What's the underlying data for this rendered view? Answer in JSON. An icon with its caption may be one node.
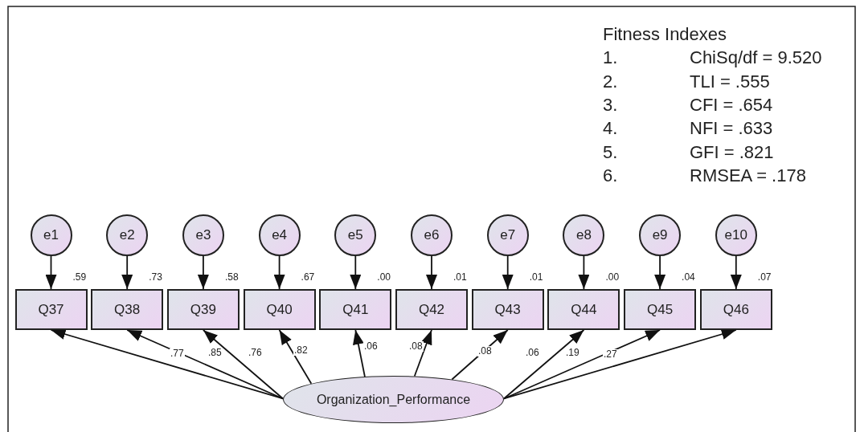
{
  "diagram": {
    "nodes": [
      {
        "text": [
          "e1"
        ]
      },
      {
        "text": [
          "e2"
        ]
      },
      {
        "text": [
          "e3"
        ]
      },
      {
        "text": [
          "e4"
        ]
      },
      {
        "text": [
          "e5"
        ]
      },
      {
        "text": [
          "e6"
        ]
      },
      {
        "text": [
          "e7"
        ]
      },
      {
        "text": [
          "e8"
        ]
      },
      {
        "text": [
          "e9"
        ]
      },
      {
        "text": [
          "e10"
        ]
      },
      {
        "text": [
          "Q37"
        ],
        "beside": [
          ".59"
        ]
      },
      {
        "text": [
          "Q38"
        ],
        "beside": [
          ".73"
        ]
      },
      {
        "text": [
          "Q39"
        ],
        "beside": [
          ".58"
        ]
      },
      {
        "text": [
          "Q40"
        ],
        "beside": [
          ".67"
        ]
      },
      {
        "text": [
          "Q41"
        ],
        "beside": [
          ".00"
        ]
      },
      {
        "text": [
          "Q42"
        ],
        "beside": [
          ".01"
        ]
      },
      {
        "text": [
          "Q43"
        ],
        "beside": [
          ".01"
        ]
      },
      {
        "text": [
          "Q44"
        ],
        "beside": [
          ".00"
        ]
      },
      {
        "text": [
          "Q45"
        ],
        "beside": [
          ".04"
        ]
      },
      {
        "text": [
          "Q46"
        ],
        "beside": [
          ".07"
        ]
      },
      {
        "text": [
          "Organization_Performance"
        ]
      }
    ],
    "edges": [
      {
        "from": 0,
        "to": 10,
        "arrow": "to"
      },
      {
        "from": 1,
        "to": 11,
        "arrow": "to"
      },
      {
        "from": 2,
        "to": 12,
        "arrow": "to"
      },
      {
        "from": 3,
        "to": 13,
        "arrow": "to"
      },
      {
        "from": 4,
        "to": 14,
        "arrow": "to"
      },
      {
        "from": 5,
        "to": 15,
        "arrow": "to"
      },
      {
        "from": 6,
        "to": 16,
        "arrow": "to"
      },
      {
        "from": 7,
        "to": 17,
        "arrow": "to"
      },
      {
        "from": 8,
        "to": 18,
        "arrow": "to"
      },
      {
        "from": 9,
        "to": 19,
        "arrow": "to"
      },
      {
        "from": 20,
        "to": 10,
        "arrow": "to",
        "label": ".77"
      },
      {
        "from": 20,
        "to": 11,
        "arrow": "to",
        "label": ".85"
      },
      {
        "from": 20,
        "to": 12,
        "arrow": "to",
        "label": ".76"
      },
      {
        "from": 20,
        "to": 13,
        "arrow": "to",
        "label": ".82"
      },
      {
        "from": 20,
        "to": 14,
        "arrow": "to",
        "label": ".06"
      },
      {
        "from": 20,
        "to": 15,
        "arrow": "to",
        "label": ".08"
      },
      {
        "from": 20,
        "to": 16,
        "arrow": "to",
        "label": ".08"
      },
      {
        "from": 20,
        "to": 17,
        "arrow": "to",
        "label": ".06"
      },
      {
        "from": 20,
        "to": 18,
        "arrow": "to",
        "label": ".19"
      },
      {
        "from": 20,
        "to": 19,
        "arrow": "to",
        "label": ".27"
      }
    ],
    "labels": [
      "Fitness Indexes",
      "1.",
      "ChiSq/df = 9.520",
      "2.",
      "TLI = .555",
      "3.",
      "CFI = .654",
      "4.",
      "NFI = .633",
      "5.",
      "GFI = .821",
      "6.",
      "RMSEA = .178"
    ]
  }
}
